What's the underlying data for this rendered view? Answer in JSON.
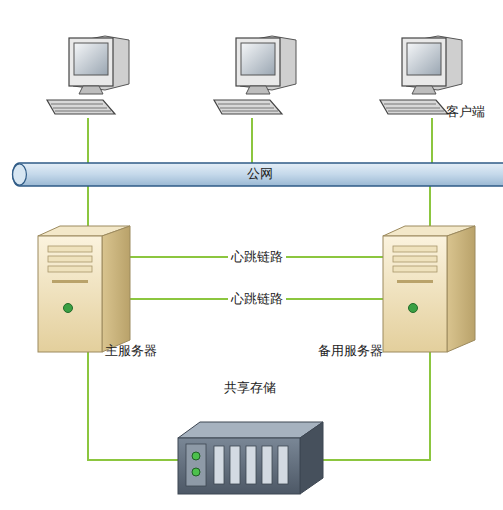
{
  "diagram": {
    "nodes": [
      {
        "text": [
          "公网"
        ]
      },
      {
        "text": [
          "主服务器"
        ]
      },
      {
        "text": [
          "备用服务器"
        ]
      },
      {
        "text": [
          "共享存储"
        ]
      }
    ],
    "edges": [
      {
        "from": 0,
        "to": 1,
        "arrow": "none"
      },
      {
        "from": 0,
        "to": 2,
        "arrow": "none"
      },
      {
        "from": 1,
        "to": 2,
        "label": "心跳链路",
        "arrow": "none"
      },
      {
        "from": 1,
        "to": 2,
        "label": "心跳链路",
        "arrow": "none"
      },
      {
        "from": 1,
        "to": 3,
        "arrow": "none"
      },
      {
        "from": 2,
        "to": 3,
        "arrow": "none"
      }
    ],
    "labels": [
      "客户端"
    ]
  }
}
